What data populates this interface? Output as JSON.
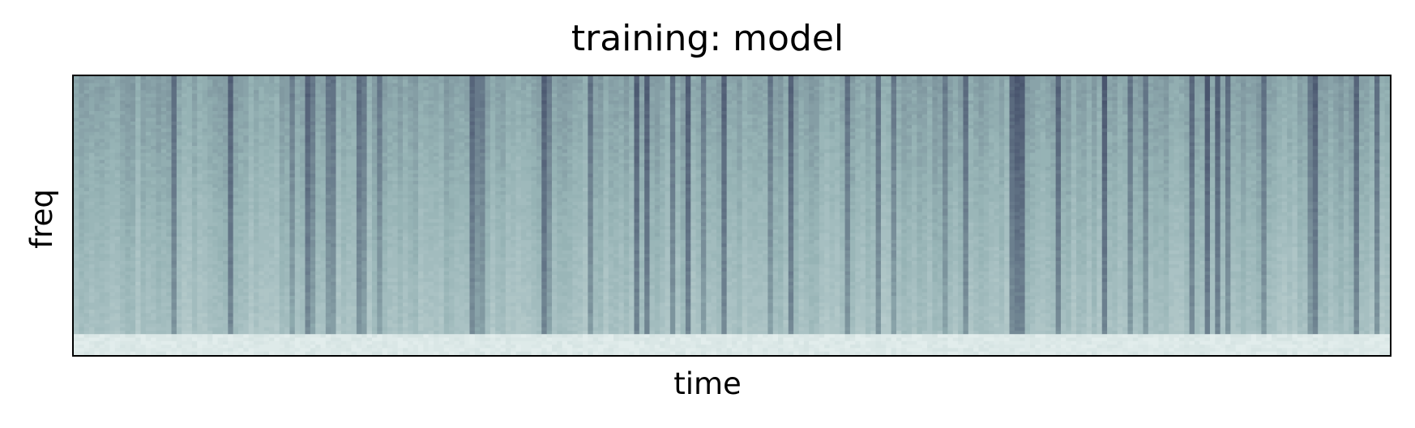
{
  "chart_data": {
    "type": "heatmap",
    "title": "training: model",
    "xlabel": "time",
    "ylabel": "freq",
    "xticks": [],
    "yticks": [],
    "colormap": "bone",
    "colors": {
      "low": "#404a66",
      "mid": "#96b3b5",
      "high": "#e6f0ef",
      "frame": "#000000"
    },
    "n_time_frames": 256,
    "n_freq_bins": 80,
    "dark_frame_fraction": 0.22
  }
}
